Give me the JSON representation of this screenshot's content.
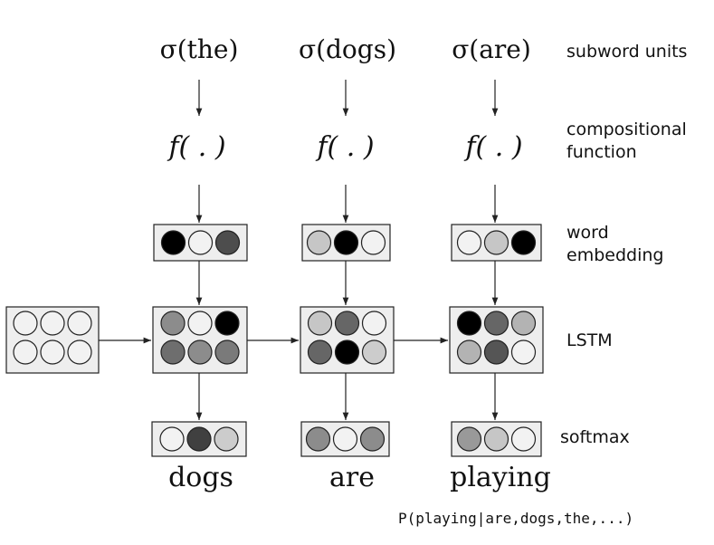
{
  "columns": [
    {
      "subword": "σ(the)",
      "function": "f( . )",
      "embedding_fills": [
        "#000000",
        "#f2f2f2",
        "#4d4d4d"
      ],
      "lstm_fills": [
        "#8c8c8c",
        "#f2f2f2",
        "#000000",
        "#6e6e6e",
        "#8c8c8c",
        "#7a7a7a"
      ],
      "softmax_fills": [
        "#f2f2f2",
        "#404040",
        "#cccccc"
      ],
      "output": "dogs"
    },
    {
      "subword": "σ(dogs)",
      "function": "f( . )",
      "embedding_fills": [
        "#c6c6c6",
        "#000000",
        "#f2f2f2"
      ],
      "lstm_fills": [
        "#c6c6c6",
        "#666666",
        "#f2f2f2",
        "#666666",
        "#000000",
        "#cccccc"
      ],
      "softmax_fills": [
        "#8c8c8c",
        "#f2f2f2",
        "#8c8c8c"
      ],
      "output": "are"
    },
    {
      "subword": "σ(are)",
      "function": "f( . )",
      "embedding_fills": [
        "#f2f2f2",
        "#c6c6c6",
        "#000000"
      ],
      "lstm_fills": [
        "#000000",
        "#666666",
        "#b3b3b3",
        "#b3b3b3",
        "#555555",
        "#f2f2f2"
      ],
      "softmax_fills": [
        "#999999",
        "#c6c6c6",
        "#f2f2f2"
      ],
      "output": "playing"
    }
  ],
  "initial_state_fills": [
    "#f2f2f2",
    "#f2f2f2",
    "#f2f2f2",
    "#f2f2f2",
    "#f2f2f2",
    "#f2f2f2"
  ],
  "row_labels": {
    "subword": [
      "subword units"
    ],
    "compositional": [
      "compositional",
      "function"
    ],
    "embedding": [
      "word",
      "embedding"
    ],
    "lstm": [
      "LSTM"
    ],
    "softmax": [
      "softmax"
    ]
  },
  "probability": "P(playing|are,dogs,the,...)",
  "colors": {
    "box_fill": "#eeeeee",
    "stroke": "#222222"
  }
}
